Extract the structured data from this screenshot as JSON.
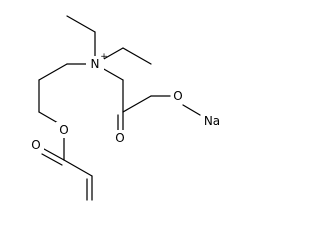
{
  "molecule": {
    "atom_labels": {
      "ammonium_nitrogen": "N",
      "nitrogen_charge": "+",
      "carboxylate_oxygen": "O",
      "sodium": "Na",
      "carboxyl_carbonyl_oxygen": "O",
      "ester_oxygen": "O",
      "acrylate_carbonyl_oxygen": "O"
    }
  }
}
